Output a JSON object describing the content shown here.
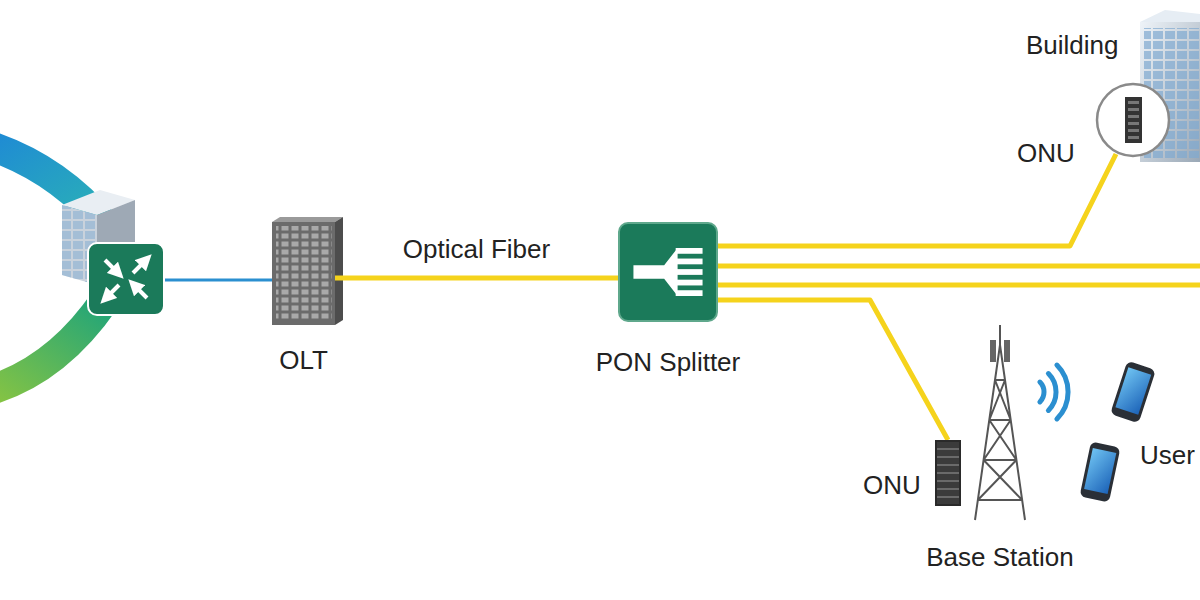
{
  "diagram": {
    "nodes": [
      {
        "text": [
          "OLT"
        ]
      },
      {
        "text": [
          "PON Splitter"
        ]
      },
      {
        "text": [
          "Building"
        ]
      },
      {
        "text": [
          "ONU"
        ]
      },
      {
        "text": [
          "ONU"
        ]
      },
      {
        "text": [
          "Base Station"
        ]
      },
      {
        "text": [
          "User"
        ]
      }
    ],
    "edges": [
      {
        "from": 0,
        "to": 1,
        "arrow": "none",
        "label": "Optical Fiber"
      },
      {
        "from": 1,
        "to": 3,
        "arrow": "none"
      },
      {
        "from": 1,
        "to": 4,
        "arrow": "none"
      }
    ]
  }
}
